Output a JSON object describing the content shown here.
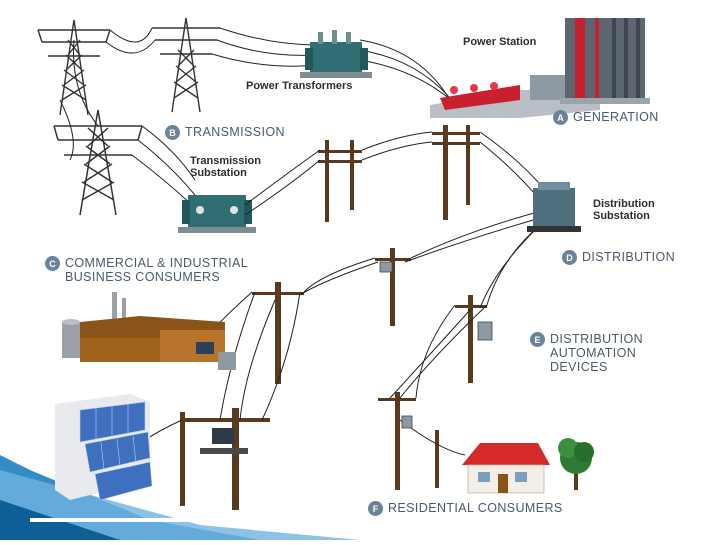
{
  "labels": {
    "power_station": "Power Station",
    "power_transformers": "Power Transformers",
    "transmission_substation": [
      "Transmission",
      "Substation"
    ],
    "distribution_substation": [
      "Distribution",
      "Substation"
    ]
  },
  "steps": {
    "a": {
      "badge": "A",
      "lines": [
        "GENERATION"
      ]
    },
    "b": {
      "badge": "B",
      "lines": [
        "TRANSMISSION"
      ]
    },
    "c": {
      "badge": "C",
      "lines": [
        "COMMERCIAL & INDUSTRIAL",
        "BUSINESS CONSUMERS"
      ]
    },
    "d": {
      "badge": "D",
      "lines": [
        "DISTRIBUTION"
      ]
    },
    "e": {
      "badge": "E",
      "lines": [
        "DISTRIBUTION",
        "AUTOMATION",
        "DEVICES"
      ]
    },
    "f": {
      "badge": "F",
      "lines": [
        "RESIDENTIAL CONSUMERS"
      ]
    }
  },
  "colors": {
    "badge": "#6a8399",
    "label_text": "#4a5a6b",
    "transformer_teal": "#2f6f73",
    "power_station_red": "#c8202f",
    "factory_brown": "#a0621c",
    "house_roof": "#d42a2a",
    "solar_blue": "#3f6fbf",
    "slide_accent": "#1f7fbf"
  }
}
